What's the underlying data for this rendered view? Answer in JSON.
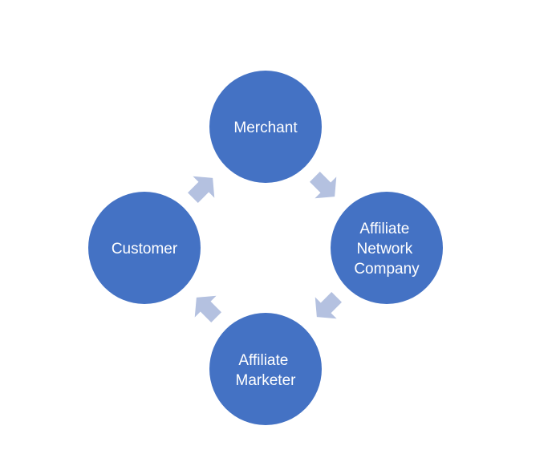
{
  "diagram": {
    "nodes": {
      "merchant": {
        "lines": [
          "Merchant"
        ]
      },
      "network": {
        "lines": [
          "Affiliate",
          "Network",
          "Company"
        ]
      },
      "marketer": {
        "lines": [
          "Affiliate",
          "Marketer"
        ]
      },
      "customer": {
        "lines": [
          "Customer"
        ]
      }
    },
    "colors": {
      "node_fill": "#4472c4",
      "arrow_fill": "#b4c1e0",
      "label_text": "#ffffff",
      "background": "#ffffff"
    }
  }
}
